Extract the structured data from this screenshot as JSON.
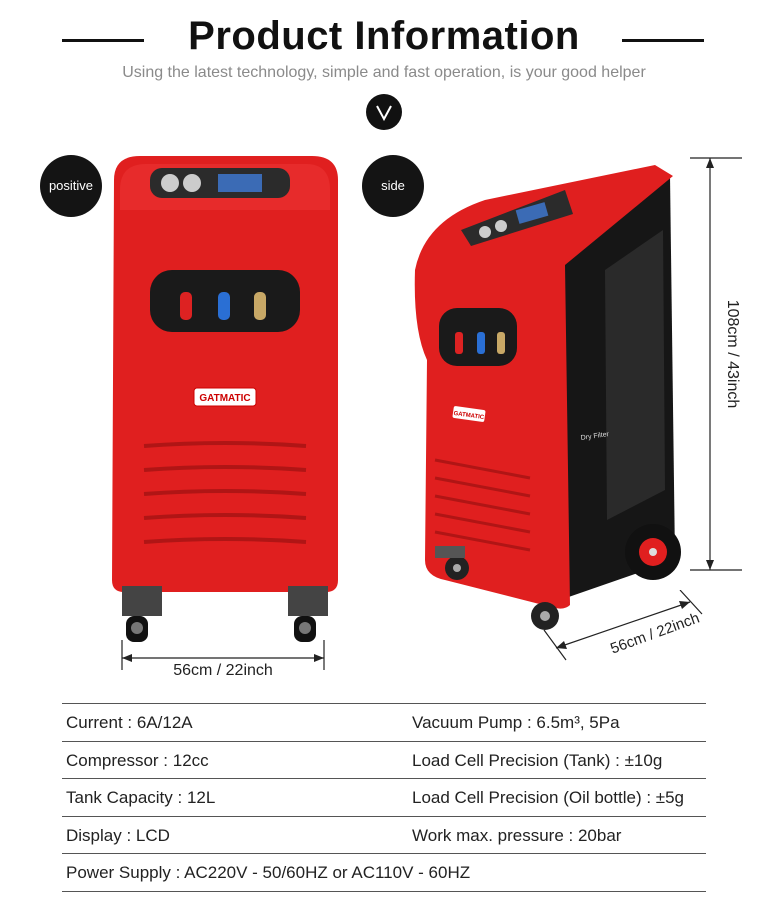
{
  "header": {
    "title": "Product Information",
    "subtitle": "Using the latest technology, simple and fast operation, is your good helper"
  },
  "badges": {
    "front": "positive",
    "side": "side"
  },
  "brand": {
    "logo_text": "GATMATIC",
    "side_label": "Dry Filter"
  },
  "dimensions": {
    "front_width": "56cm / 22inch",
    "side_depth": "56cm / 22inch",
    "height": "108cm / 43inch"
  },
  "specs": [
    {
      "left": "Current : 6A/12A",
      "right": "Vacuum Pump : 6.5m³, 5Pa"
    },
    {
      "left": "Compressor : 12cc",
      "right": "Load Cell Precision (Tank) : ±10g"
    },
    {
      "left": "Tank Capacity : 12L",
      "right": "Load Cell Precision (Oil bottle) : ±5g"
    },
    {
      "left": "Display : LCD",
      "right": "Work max. pressure : 20bar"
    },
    {
      "left": "Power Supply : AC220V - 50/60HZ or AC110V - 60HZ",
      "right": ""
    }
  ],
  "colors": {
    "machine_red": "#e01f1f",
    "dark": "#141414"
  }
}
